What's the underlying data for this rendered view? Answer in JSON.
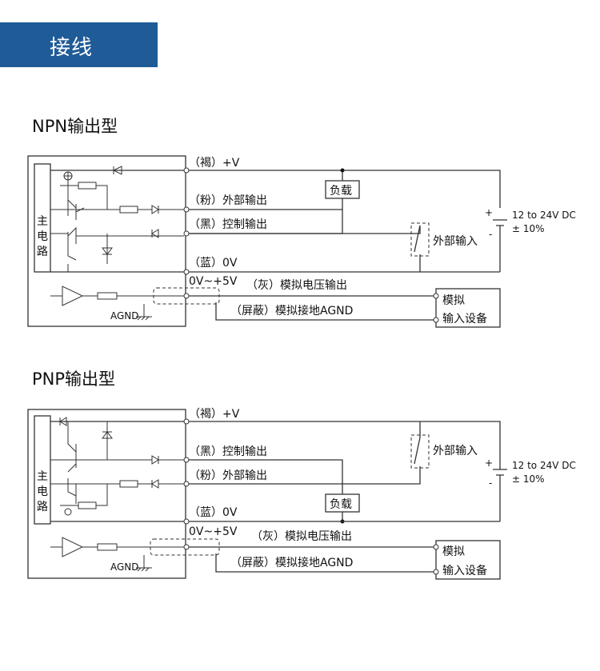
{
  "header": {
    "title": "接线"
  },
  "npn": {
    "title": "NPN输出型",
    "main_circuit": [
      "主",
      "电",
      "路"
    ],
    "brown": "（褐）+V",
    "pink": "（粉）外部输出",
    "black": "（黑）控制输出",
    "blue": "（蓝）0V",
    "range": "0V~+5V",
    "gray": "（灰）模拟电压输出",
    "shield": "（屏蔽）模拟接地AGND",
    "agnd": "AGND",
    "load": "负载",
    "external_input": "外部输入",
    "supply_voltage": "12 to 24V DC",
    "supply_tolerance": "± 10%",
    "analog_device_line1": "模拟",
    "analog_device_line2": "输入设备",
    "plus": "+",
    "minus": "-"
  },
  "pnp": {
    "title": "PNP输出型",
    "main_circuit": [
      "主",
      "电",
      "路"
    ],
    "brown": "（褐）+V",
    "black": "（黑）控制输出",
    "pink": "（粉）外部输出",
    "blue": "（蓝）0V",
    "range": "0V~+5V",
    "gray": "（灰）模拟电压输出",
    "shield": "（屏蔽）模拟接地AGND",
    "agnd": "AGND",
    "load": "负载",
    "external_input": "外部输入",
    "supply_voltage": "12 to 24V DC",
    "supply_tolerance": "± 10%",
    "analog_device_line1": "模拟",
    "analog_device_line2": "输入设备",
    "plus": "+",
    "minus": "-"
  }
}
